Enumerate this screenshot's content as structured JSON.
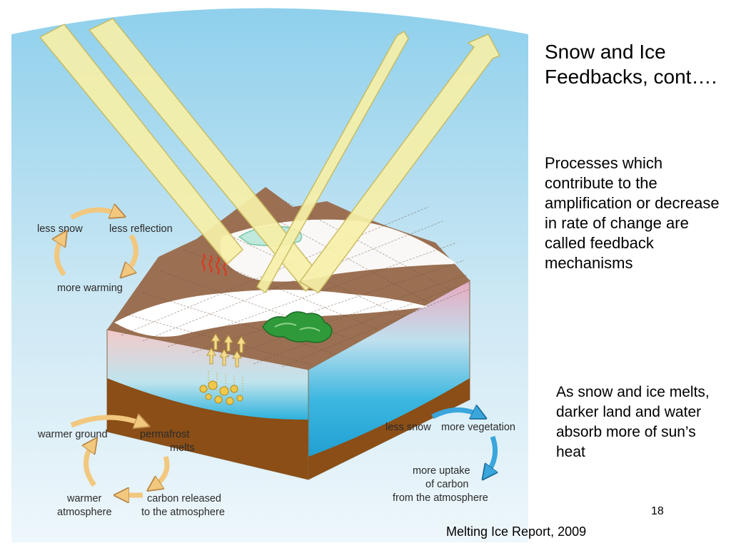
{
  "slide": {
    "title": "Snow and Ice Feedbacks, cont….",
    "description": "Processes which contribute to the amplification or decrease in rate of change are called feedback mechanisms",
    "note": "As snow and ice melts, darker land and water absorb more of sun’s heat",
    "page_number": "18",
    "source": "Melting Ice Report, 2009"
  },
  "diagram": {
    "loop1": {
      "labels": [
        "less snow",
        "less reflection",
        "more warming"
      ]
    },
    "loop2": {
      "labels": [
        "warmer ground",
        "permafrost",
        "melts",
        "carbon released",
        "to the atmosphere",
        "warmer",
        "atmosphere"
      ]
    },
    "loop3": {
      "labels": [
        "less snow",
        "more vegetation",
        "more uptake",
        "of carbon",
        "from the atmosphere"
      ]
    }
  },
  "colors": {
    "sky_top": "#8fd0ec",
    "sky_bottom": "#e8f4fa",
    "sunbeam": "#f7f0a8",
    "sunbeam_edge": "#c9b95a",
    "land": "#9b7052",
    "snow": "#ffffff",
    "water": "#23a9d6",
    "soil": "#8a4e16",
    "arrow_orange": "#f2c77e",
    "arrow_blue": "#3aa6dc",
    "vegetation": "#2f9a3a"
  }
}
